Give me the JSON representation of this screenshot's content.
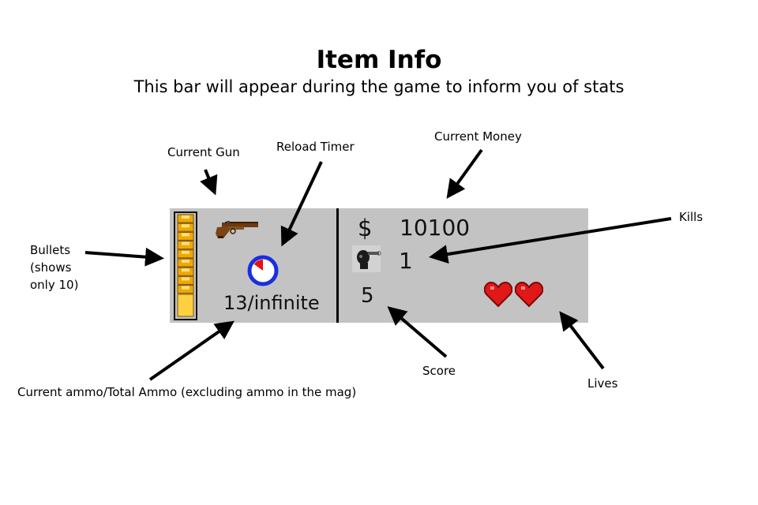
{
  "header": {
    "title": "Item Info",
    "subtitle": "This bar will appear during the game to inform you of stats"
  },
  "labels": {
    "current_gun": "Current Gun",
    "reload_timer": "Reload Timer",
    "current_money": "Current Money",
    "kills": "Kills",
    "bullets": "Bullets (shows only 10)",
    "ammo": "Current ammo/Total Ammo (excluding ammo in the mag)",
    "score": "Score",
    "lives": "Lives"
  },
  "hud": {
    "ammo_text": "13/infinite",
    "currency_symbol": "$",
    "money": "10100",
    "kills": "1",
    "score": "5",
    "bullets_shown": 10,
    "lives": 2,
    "reload_progress": 0.15,
    "icons": {
      "gun": "flintlock-pistol-icon",
      "reload": "reload-timer-icon",
      "kills": "skull-gun-icon",
      "life": "heart-icon",
      "bullet": "bullet-icon"
    },
    "colors": {
      "panel": "#c3c3c3",
      "bullet": "#f0a800",
      "bullet_last": "#ffd040",
      "reload_ring": "#1a2ee0",
      "reload_fill": "#e81010",
      "heart": "#e01818"
    }
  }
}
